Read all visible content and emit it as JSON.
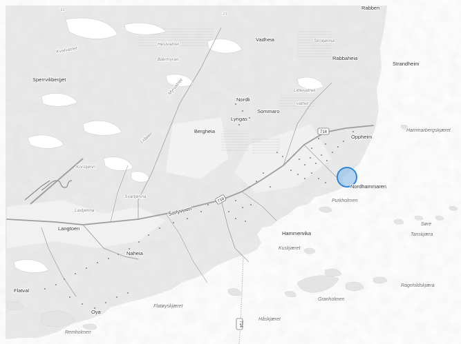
{
  "map": {
    "place_labels": [
      {
        "id": "rabben",
        "text": "Rabben"
      },
      {
        "id": "vadheia",
        "text": "Vadheia"
      },
      {
        "id": "rabbaheia",
        "text": "Rabbaheia"
      },
      {
        "id": "strandheim",
        "text": "Strandheim"
      },
      {
        "id": "sperrviliberget",
        "text": "Sperrviliberget"
      },
      {
        "id": "nordli",
        "text": "Nordli"
      },
      {
        "id": "sommaro",
        "text": "Sommaro"
      },
      {
        "id": "lyngas",
        "text": "Lyngas"
      },
      {
        "id": "bergheia",
        "text": "Bergheia"
      },
      {
        "id": "oppheim",
        "text": "Oppheim"
      },
      {
        "id": "nordhammaren",
        "text": "Nordhammaren"
      },
      {
        "id": "sorlyveien",
        "text": "Sorlyveien"
      },
      {
        "id": "langtoen",
        "text": "Langtoen"
      },
      {
        "id": "hammervika",
        "text": "Hammervika"
      },
      {
        "id": "naheia",
        "text": "Naheia"
      },
      {
        "id": "flatval",
        "text": "Flatval"
      },
      {
        "id": "oya",
        "text": "Oya"
      }
    ],
    "water_labels": [
      {
        "id": "hammarbergskjaeret",
        "text": "Hammarbergskjæret"
      },
      {
        "id": "purkholmen",
        "text": "Purkholmen"
      },
      {
        "id": "kuskjaeret",
        "text": "Kuskjæret"
      },
      {
        "id": "sore",
        "text": "Søre"
      },
      {
        "id": "tanskjaera",
        "text": "Tanskjæra"
      },
      {
        "id": "ragnhildskjaera",
        "text": "Ragnhildskjæra"
      },
      {
        "id": "granholmen",
        "text": "Granholmen"
      },
      {
        "id": "flatoyskjaeret",
        "text": "Flatøyskjæret"
      },
      {
        "id": "haskjaeret",
        "text": "Håskjæret"
      },
      {
        "id": "remholmen",
        "text": "Remholmen"
      }
    ],
    "feature_labels": [
      {
        "id": "kvalvatnet",
        "text": "Kvalvatnet"
      },
      {
        "id": "hestvatnet",
        "text": "Hestvatnet"
      },
      {
        "id": "baermyran",
        "text": "Bærmyran"
      },
      {
        "id": "myrvatnet",
        "text": "Myrvatnet"
      },
      {
        "id": "strotjonna",
        "text": "Strotjønna"
      },
      {
        "id": "littlevatnet",
        "text": "Littlevatnet"
      },
      {
        "id": "vatnet",
        "text": "vatnet"
      },
      {
        "id": "lidalen",
        "text": "Lidalen"
      },
      {
        "id": "korstjonn",
        "text": "Korstjønn"
      },
      {
        "id": "svartjonna",
        "text": "Svartjønna"
      },
      {
        "id": "laxtjonna",
        "text": "Laxtjønna"
      }
    ],
    "grid_labels": [
      {
        "id": "grid-31",
        "text": "31"
      },
      {
        "id": "grid-23",
        "text": "23"
      }
    ],
    "road_shields": [
      {
        "id": "r714-east",
        "text": "714"
      },
      {
        "id": "r716",
        "text": "716"
      },
      {
        "id": "r714-south",
        "text": "714"
      }
    ],
    "colors": {
      "water": "#ffffff",
      "land": "#ebebeb",
      "land_light": "#f3f3f3",
      "road": "#9e9e9e",
      "marker_fill": "#7fb7ea",
      "marker_stroke": "#2f86d6"
    },
    "location_marker_icon": "location-circle-icon"
  }
}
